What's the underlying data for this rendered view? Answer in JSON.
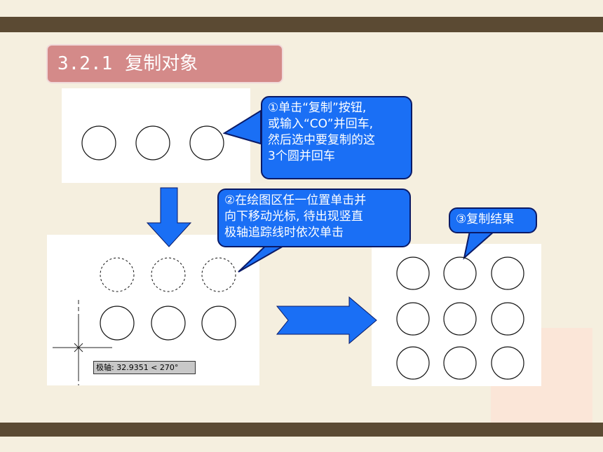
{
  "title": {
    "number": "3.2.1",
    "text": "复制对象"
  },
  "callouts": {
    "step1": [
      "①单击“复制”按钮,",
      "或输入“CO”并回车,",
      "然后选中要复制的这",
      "3个圆并回车"
    ],
    "step2": [
      "②在绘图区任一位置单击并",
      "向下移动光标, 待出现竖直",
      "极轴追踪线时依次单击"
    ],
    "step3": "③复制结果"
  },
  "tooltip": "极轴: 32.9351 < 270°",
  "colors": {
    "bar": "#5b4a33",
    "background": "#f5efdf",
    "title_bg": "#d48a89",
    "callout": "#1a6ff5",
    "arrow": "#1a6ff5"
  }
}
